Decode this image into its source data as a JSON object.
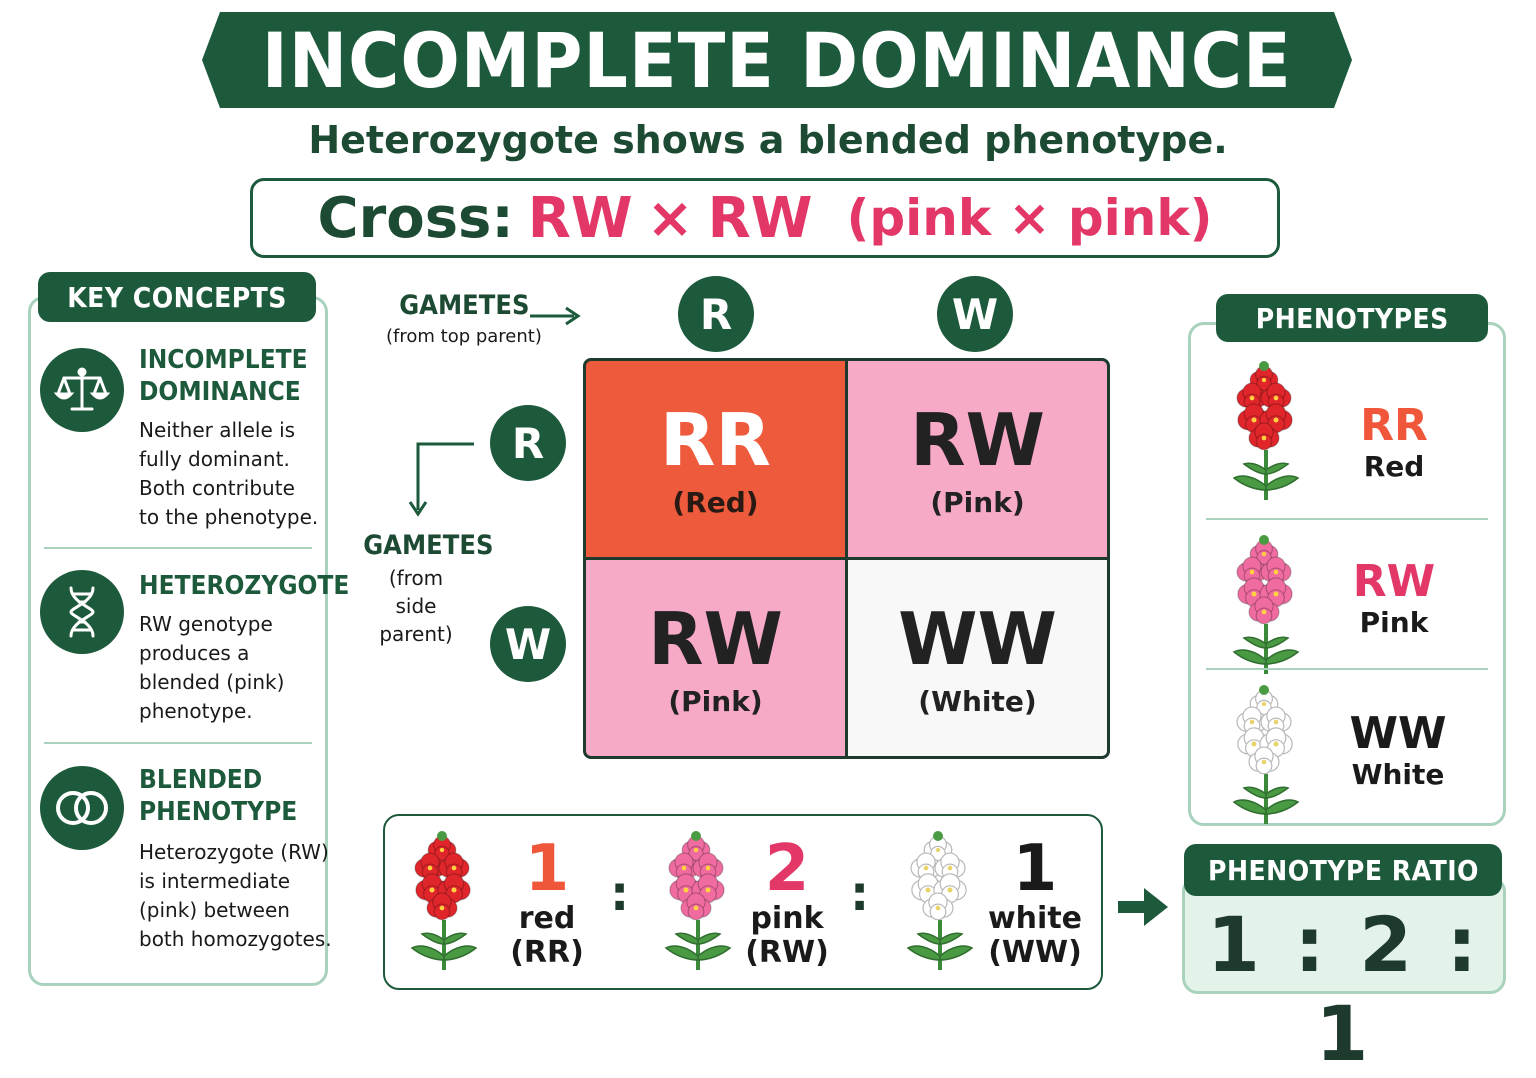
{
  "title": "INCOMPLETE DOMINANCE",
  "subtitle": "Heterozygote shows a blended phenotype.",
  "cross": {
    "label": "Cross:",
    "parent1": "RW",
    "times": "×",
    "parent2": "RW",
    "description": "(pink × pink)"
  },
  "key_concepts": {
    "title": "KEY CONCEPTS",
    "items": [
      {
        "title": "INCOMPLETE\nDOMINANCE",
        "text": "Neither allele is\nfully dominant.\nBoth contribute\nto the phenotype.",
        "icon": "balance-scale-icon"
      },
      {
        "title": "HETEROZYGOTE",
        "text": "RW genotype\nproduces a\nblended (pink)\nphenotype.",
        "icon": "dna-icon"
      },
      {
        "title": "BLENDED\nPHENOTYPE",
        "text": "Heterozygote (RW)\nis intermediate\n(pink) between\nboth homozygotes.",
        "icon": "interlocking-rings-icon"
      }
    ]
  },
  "punnett": {
    "top_label": "GAMETES",
    "top_sub": "(from top parent)",
    "side_label": "GAMETES",
    "side_sub": "(from\nside parent)",
    "top_gametes": [
      "R",
      "W"
    ],
    "side_gametes": [
      "R",
      "W"
    ],
    "cells": [
      {
        "genotype": "RR",
        "phenotype": "(Red)"
      },
      {
        "genotype": "RW",
        "phenotype": "(Pink)"
      },
      {
        "genotype": "RW",
        "phenotype": "(Pink)"
      },
      {
        "genotype": "WW",
        "phenotype": "(White)"
      }
    ]
  },
  "phenotypes": {
    "title": "PHENOTYPES",
    "items": [
      {
        "genotype": "RR",
        "name": "Red"
      },
      {
        "genotype": "RW",
        "name": "Pink"
      },
      {
        "genotype": "WW",
        "name": "White"
      }
    ]
  },
  "ratio_strip": {
    "items": [
      {
        "count": "1",
        "color_word": "red",
        "genotype": "(RR)"
      },
      {
        "count": "2",
        "color_word": "pink",
        "genotype": "(RW)"
      },
      {
        "count": "1",
        "color_word": "white",
        "genotype": "(WW)"
      }
    ],
    "separator": ":"
  },
  "phenotype_ratio": {
    "title": "PHENOTYPE RATIO",
    "value": "1 : 2 : 1"
  },
  "colors": {
    "dark_green": "#1d5a3c",
    "light_green": "#a9d2bd",
    "red": "#ee5a3c",
    "pink": "#f7a9c8",
    "white_cell": "#f8f8f8",
    "accent_pink": "#e23767",
    "red_text": "#f0563a"
  }
}
